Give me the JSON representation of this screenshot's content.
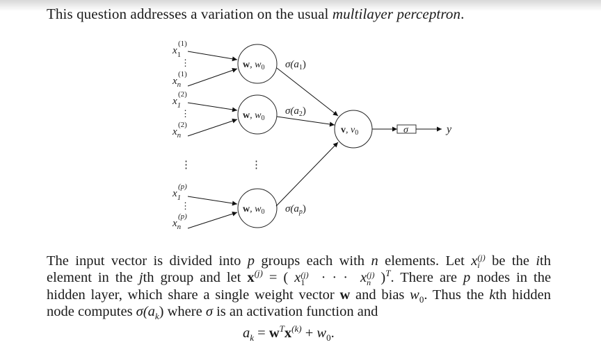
{
  "intro": {
    "text": "This question addresses a variation on the usual ",
    "emphasis": "multilayer perceptron",
    "end": "."
  },
  "diagram": {
    "inputs": [
      {
        "group": "1",
        "first": "x",
        "first_sub": "1",
        "last": "x",
        "last_sub": "n",
        "sup": "(1)"
      },
      {
        "group": "2",
        "first": "x",
        "first_sub": "1",
        "last": "x",
        "last_sub": "n",
        "sup": "(2)"
      },
      {
        "group": "p",
        "first": "x",
        "first_sub": "1",
        "last": "x",
        "last_sub": "n",
        "sup": "(p)"
      }
    ],
    "hidden_node_label_bold": "w",
    "hidden_node_label_rest": ", w",
    "hidden_node_label_sub": "0",
    "hidden_outputs": [
      {
        "pre": "σ(a",
        "sub": "1",
        "post": ")"
      },
      {
        "pre": "σ(a",
        "sub": "2",
        "post": ")"
      },
      {
        "pre": "σ(a",
        "sub": "p",
        "post": ")"
      }
    ],
    "output_node_label_bold": "v",
    "output_node_label_rest": ", v",
    "output_node_label_sub": "0",
    "activation_box": "σ",
    "output_label": "y",
    "ellipsis": "⋮"
  },
  "paragraph": {
    "line1": {
      "a": "The input vector is divided into ",
      "p": "p",
      "b": " groups each with ",
      "n": "n",
      "c": " elements. Let ",
      "x": "x",
      "x_sup": "(j)",
      "x_sub": "i",
      "d": " be the ",
      "i": "i",
      "e": "th"
    },
    "line2": {
      "a": "element in the ",
      "j": "j",
      "b": "th group and let ",
      "xb": "x",
      "xb_sup": "(j)",
      "eq": " = ( ",
      "x1": "x",
      "x1_sup": "(j)",
      "x1_sub": "1",
      "dots": "  · · ·  ",
      "xn": "x",
      "xn_sup": "(j)",
      "xn_sub": "n",
      "close": " )",
      "T": "T",
      "c": ". There are ",
      "p": "p",
      "d": " nodes in the"
    },
    "line3": {
      "a": "hidden layer, which share a single weight vector ",
      "w": "w",
      "b": " and bias ",
      "w0": "w",
      "w0_sub": "0",
      "c": ". Thus the ",
      "k": "k",
      "d": "th hidden"
    },
    "line4": {
      "a": "node computes ",
      "sig": "σ(",
      "ak": "a",
      "ak_sub": "k",
      "close": ")",
      "b": " where ",
      "sigma": "σ",
      "c": " is an activation function and"
    }
  },
  "equation": {
    "lhs": "a",
    "lhs_sub": "k",
    "eq": " = ",
    "w": "w",
    "T": "T",
    "x": "x",
    "x_sup": "(k)",
    "plus": " + ",
    "w0": "w",
    "w0_sub": "0",
    "end": "."
  }
}
